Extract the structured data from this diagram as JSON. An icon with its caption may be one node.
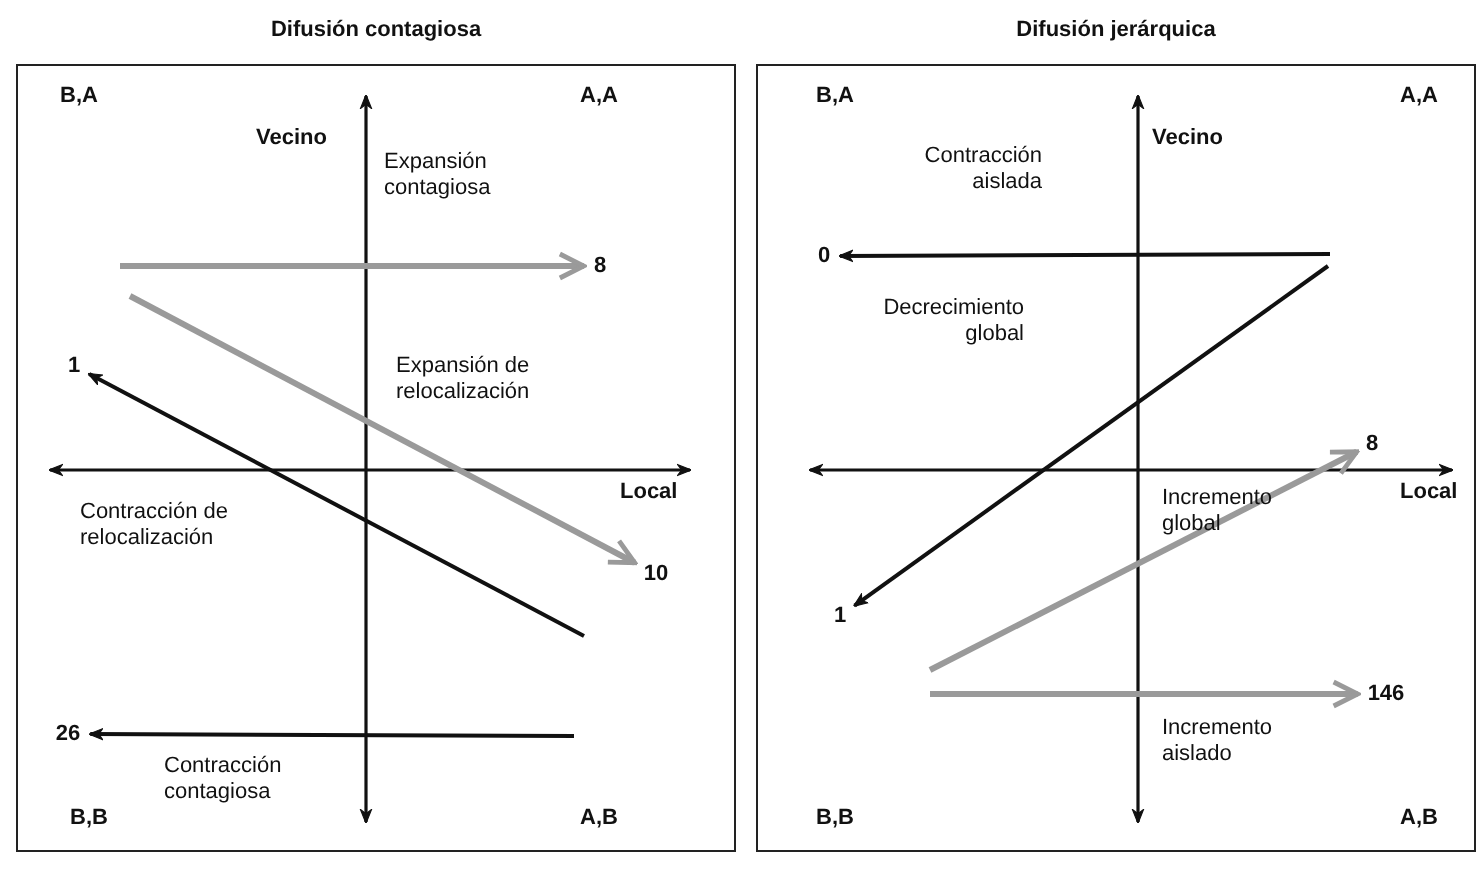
{
  "diagram": {
    "nodes": [
      {
        "text": [
          "Difusión contagiosa"
        ]
      },
      {
        "text": [
          "8"
        ],
        "in": 0
      },
      {
        "text": [
          "1"
        ],
        "in": 0
      },
      {
        "text": [
          "10"
        ],
        "in": 0
      },
      {
        "text": [
          "26"
        ],
        "in": 0
      },
      {
        "text": [
          "Difusión jerárquica"
        ]
      },
      {
        "text": [
          "0"
        ],
        "in": 5
      },
      {
        "text": [
          "8"
        ],
        "in": 5
      },
      {
        "text": [
          "1"
        ],
        "in": 5
      },
      {
        "text": [
          "146"
        ],
        "in": 5
      }
    ],
    "edges": [
      {
        "from": null,
        "to": 1,
        "arrow": "to",
        "color": "#9a9a9a"
      },
      {
        "from": null,
        "to": 3,
        "arrow": "to",
        "color": "#9a9a9a"
      },
      {
        "from": null,
        "to": 2,
        "arrow": "to",
        "color": "#111111"
      },
      {
        "from": null,
        "to": 4,
        "arrow": "to",
        "color": "#111111"
      },
      {
        "from": null,
        "to": 6,
        "arrow": "to",
        "color": "#111111"
      },
      {
        "from": null,
        "to": 7,
        "arrow": "to",
        "color": "#9a9a9a"
      },
      {
        "from": null,
        "to": 8,
        "arrow": "to",
        "color": "#111111"
      },
      {
        "from": null,
        "to": 9,
        "arrow": "to",
        "color": "#9a9a9a"
      }
    ],
    "labels": [
      "B,A",
      "Vecino",
      "A,A",
      "Expansión contagiosa",
      "Expansión de relocalización",
      "Local",
      "Contracción de relocalización",
      "Contracción contagiosa",
      "B,B",
      "A,B",
      "B,A",
      "Vecino",
      "A,A",
      "Contracción aislada",
      "Decrecimiento global",
      "Local",
      "Incremento global",
      "Incremento aislado",
      "B,B",
      "A,B"
    ]
  }
}
